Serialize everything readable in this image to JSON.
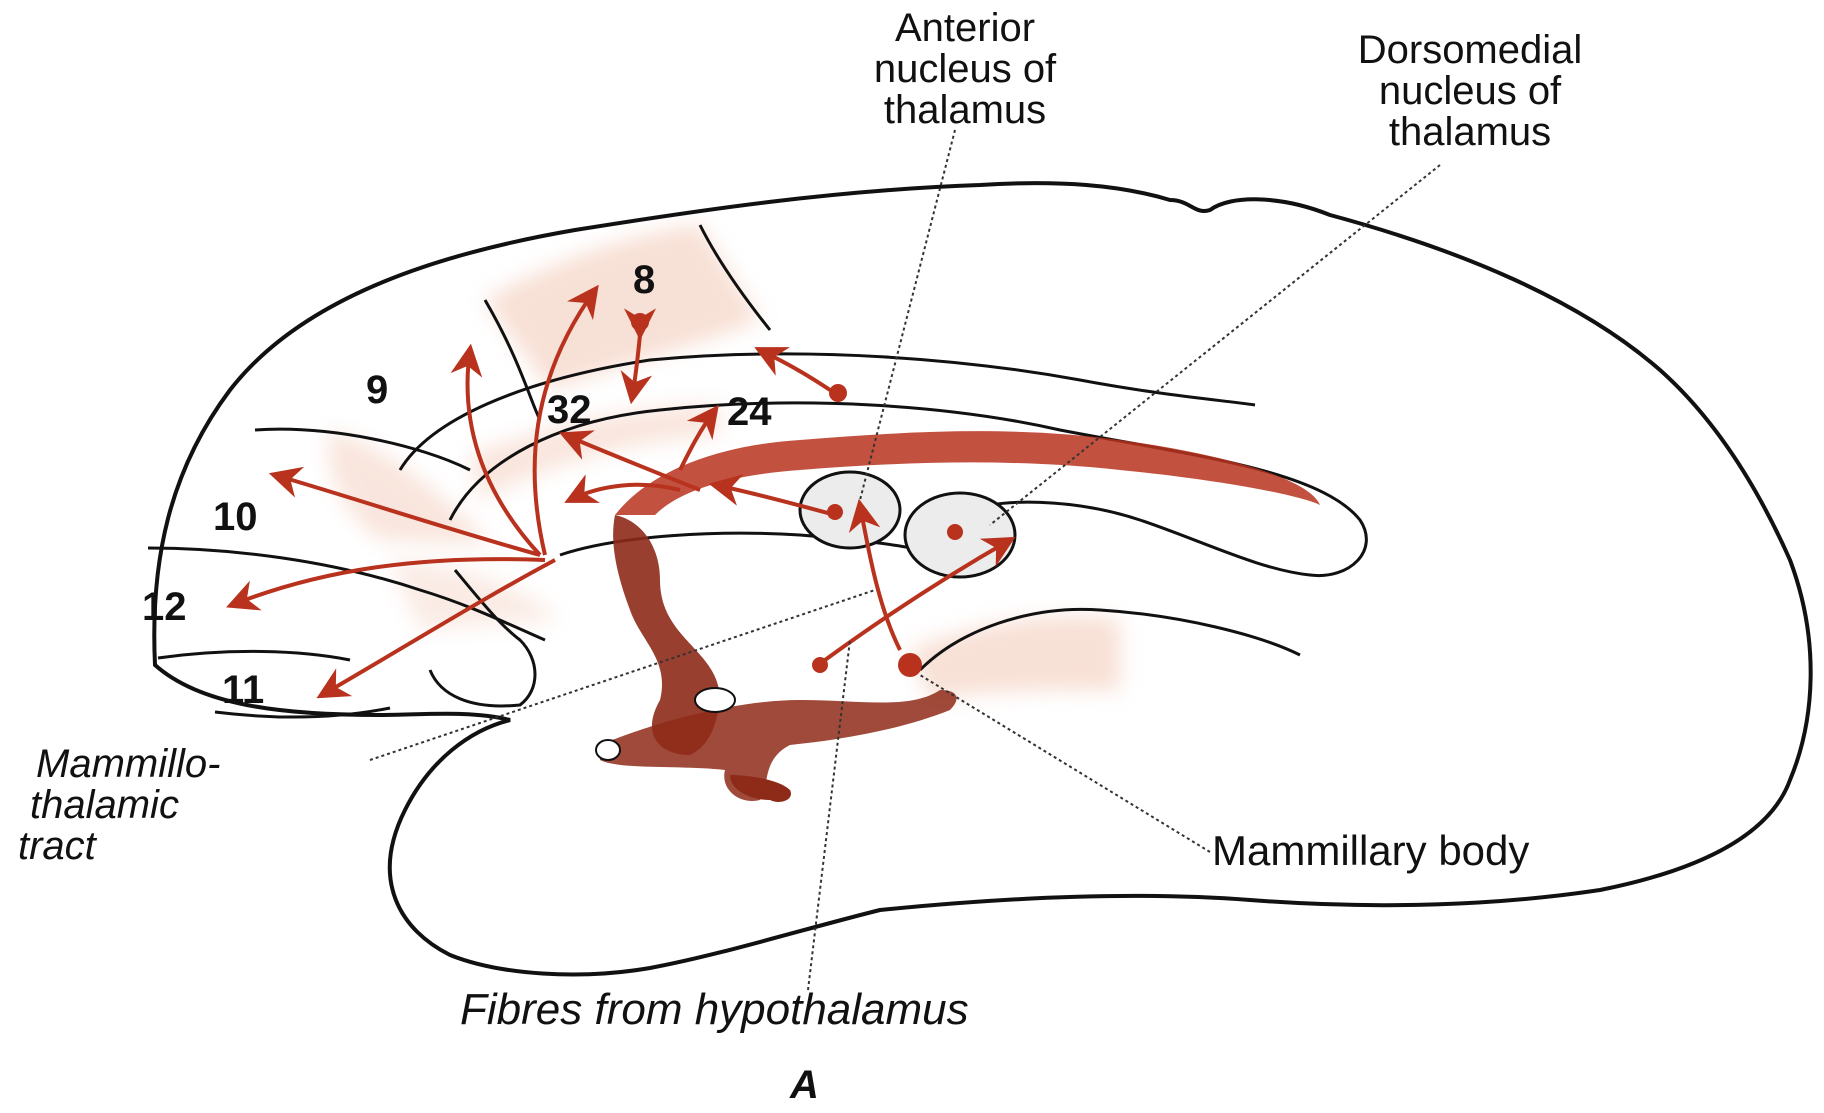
{
  "labels": {
    "anterior_nucleus": [
      "Anterior",
      "nucleus of",
      "thalamus"
    ],
    "dorsomedial_nucleus": [
      "Dorsomedial",
      "nucleus of",
      "thalamus"
    ],
    "mammillothalamic_tract": [
      "Mammillo-",
      "thalamic",
      "tract"
    ],
    "mammillary_body": "Mammillary body",
    "fibres_from_hypothalamus": "Fibres from hypothalamus",
    "figure_letter": "A"
  },
  "areas": {
    "a8": "8",
    "a9": "9",
    "a32": "32",
    "a24": "24",
    "a10": "10",
    "a12": "12",
    "a11": "11"
  },
  "colors": {
    "outline": "#111111",
    "pathway": "#b8321e",
    "pathway_dark": "#8e2a18",
    "shade": "#f2c7b4",
    "nucleus_fill": "#ececec"
  }
}
